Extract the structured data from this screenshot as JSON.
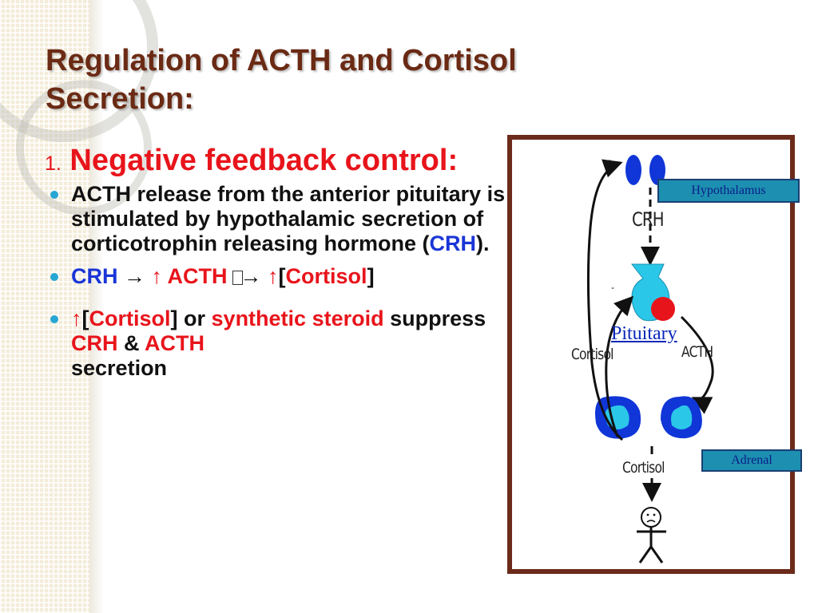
{
  "slide": {
    "title_line1": "Regulation of ACTH and Cortisol",
    "title_line2": "Secretion:"
  },
  "heading": {
    "number": "1.",
    "text": "Negative feedback control:"
  },
  "bullet1": {
    "part1": "ACTH release from the anterior pituitary is stimulated by hypothalamic secretion of corticotrophin releasing hormone (",
    "crh": "CRH",
    "part2": ")."
  },
  "bullet2": {
    "c": "C",
    "rh": "RH",
    "arrow1": "→",
    "up1": "↑",
    "acth": "ACTH",
    "arrow2": "→",
    "up2": "↑",
    "open": "[",
    "cortisol": "Cortisol",
    "close": "]"
  },
  "bullet3": {
    "up": "↑",
    "open": "[",
    "cortisol": "Cortisol",
    "close_or": "] or",
    "synthetic": "synthetic steroid",
    "suppress": "suppress",
    "crh": "CRH",
    "amp": "&",
    "acth": "ACTH",
    "secretion": "secretion"
  },
  "diagram": {
    "labels": {
      "hypothalamus": "Hypothalamus",
      "pituitary": "Pituitary",
      "adrenal": "Adrenal"
    },
    "handwritten": {
      "crh": "CRH",
      "acth": "ACTH",
      "cortisol_left": "Cortisol",
      "cortisol_bottom": "Cortisol",
      "minus_top": "-",
      "minus_mid": "-"
    },
    "colors": {
      "frame": "#6b2a1a",
      "hypothalamus": "#1036d8",
      "pituitary": "#2bc7e8",
      "pituitary_dot": "#e8141b",
      "adrenal_outer": "#1036d8",
      "adrenal_inner": "#2bc7e8",
      "label_box": "#1d8fb0"
    }
  },
  "colors": {
    "title": "#6b2a14",
    "red": "#e8141b",
    "blue": "#1a35d6",
    "bullet": "#27a6d3"
  }
}
